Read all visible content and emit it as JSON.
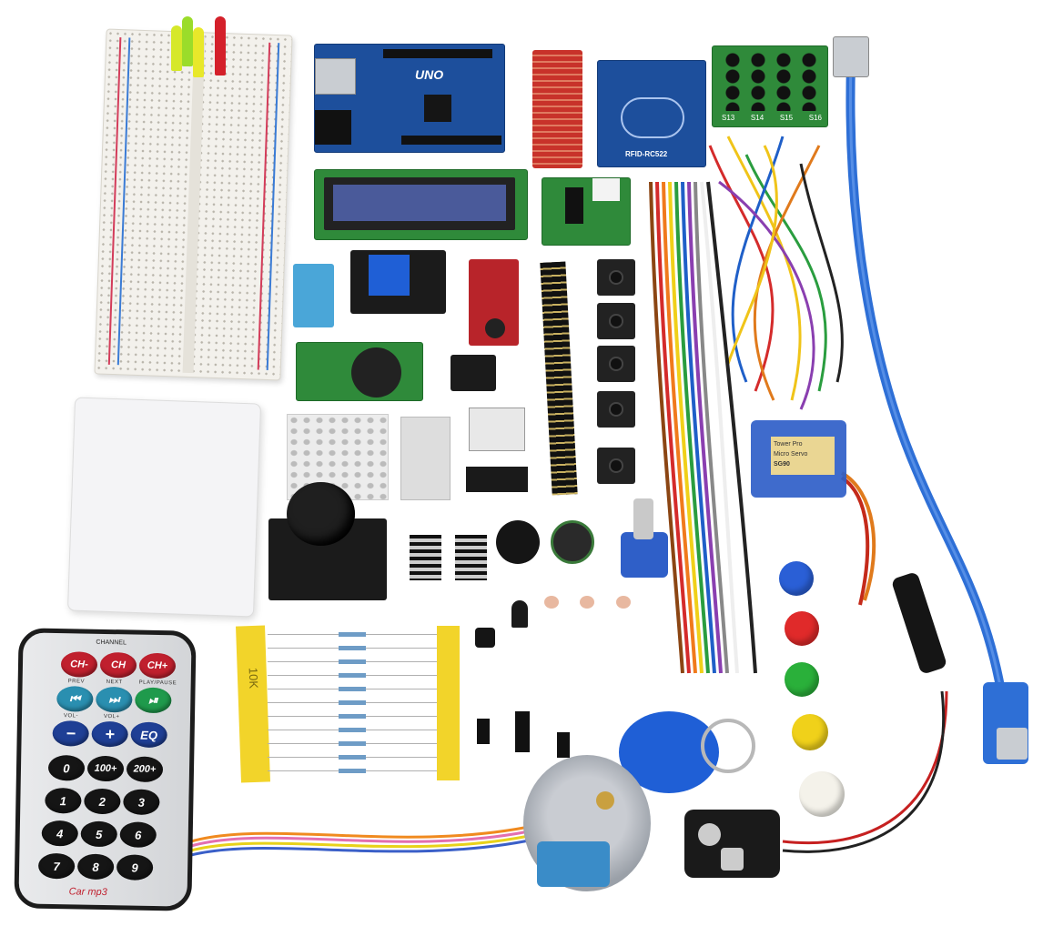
{
  "components": {
    "arduino_label": "UNO",
    "rfid_label": "RFID-RC522",
    "keypad_labels": [
      "S13",
      "S14",
      "S15",
      "S16"
    ],
    "servo_brand": "Tower Pro",
    "servo_sub": "Micro Servo",
    "servo_model": "SG90",
    "resistor_tape_label": "10K"
  },
  "remote": {
    "channel_label": "CHANNEL",
    "rows": [
      [
        {
          "label": "CH-",
          "color": "#c0202e"
        },
        {
          "label": "CH",
          "color": "#c0202e"
        },
        {
          "label": "CH+",
          "color": "#c0202e"
        }
      ],
      [
        {
          "label": "⏮",
          "color": "#2a8fb0"
        },
        {
          "label": "⏭",
          "color": "#2a8fb0"
        },
        {
          "label": "⏯",
          "color": "#1f9a4c"
        }
      ],
      [
        {
          "label": "−",
          "color": "#1f3f95"
        },
        {
          "label": "+",
          "color": "#1f3f95"
        },
        {
          "label": "EQ",
          "color": "#1f3f95"
        }
      ],
      [
        {
          "label": "0",
          "color": "#151515"
        },
        {
          "label": "100+",
          "color": "#151515"
        },
        {
          "label": "200+",
          "color": "#151515"
        }
      ],
      [
        {
          "label": "1",
          "color": "#151515"
        },
        {
          "label": "2",
          "color": "#151515"
        },
        {
          "label": "3",
          "color": "#151515"
        }
      ],
      [
        {
          "label": "4",
          "color": "#151515"
        },
        {
          "label": "5",
          "color": "#151515"
        },
        {
          "label": "6",
          "color": "#151515"
        }
      ],
      [
        {
          "label": "7",
          "color": "#151515"
        },
        {
          "label": "8",
          "color": "#151515"
        },
        {
          "label": "9",
          "color": "#151515"
        }
      ]
    ],
    "sub_labels_row1": [
      "PREV",
      "NEXT",
      "PLAY/PAUSE"
    ],
    "sub_labels_row2": [
      "VOL-",
      "VOL+"
    ],
    "brand": "Car mp3"
  },
  "colors": {
    "pcb_blue": "#1d4f9c",
    "usb_cable": "#2e6fd6",
    "background": "#ffffff"
  }
}
